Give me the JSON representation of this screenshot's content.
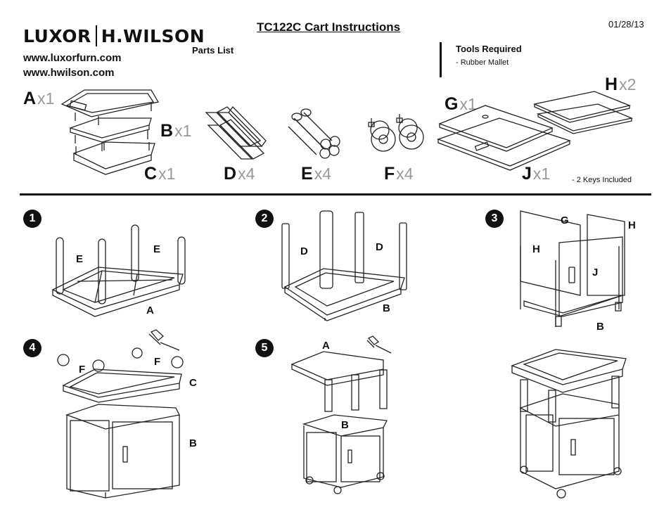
{
  "header": {
    "logo_left": "LUXOR",
    "logo_right": "H.WILSON",
    "url1": "www.luxorfurn.com",
    "url2": "www.hwilson.com",
    "title": "TC122C Cart Instructions",
    "date": "01/28/13",
    "parts_list": "Parts List",
    "tools_required": "Tools Required",
    "tool_item": "-  Rubber Mallet"
  },
  "parts": [
    {
      "letter": "A",
      "qty": "x1"
    },
    {
      "letter": "B",
      "qty": "x1"
    },
    {
      "letter": "C",
      "qty": "x1"
    },
    {
      "letter": "D",
      "qty": "x4"
    },
    {
      "letter": "E",
      "qty": "x4"
    },
    {
      "letter": "F",
      "qty": "x4"
    },
    {
      "letter": "G",
      "qty": "x1"
    },
    {
      "letter": "H",
      "qty": "x2"
    },
    {
      "letter": "J",
      "qty": "x1"
    }
  ],
  "keys_note": "-  2 Keys Included",
  "steps": [
    {
      "num": "1",
      "labels": [
        "E",
        "E",
        "A"
      ]
    },
    {
      "num": "2",
      "labels": [
        "D",
        "D",
        "B"
      ]
    },
    {
      "num": "3",
      "labels": [
        "G",
        "H",
        "H",
        "J",
        "B"
      ]
    },
    {
      "num": "4",
      "labels": [
        "F",
        "F",
        "C",
        "B"
      ]
    },
    {
      "num": "5",
      "labels": [
        "A",
        "B"
      ]
    }
  ]
}
